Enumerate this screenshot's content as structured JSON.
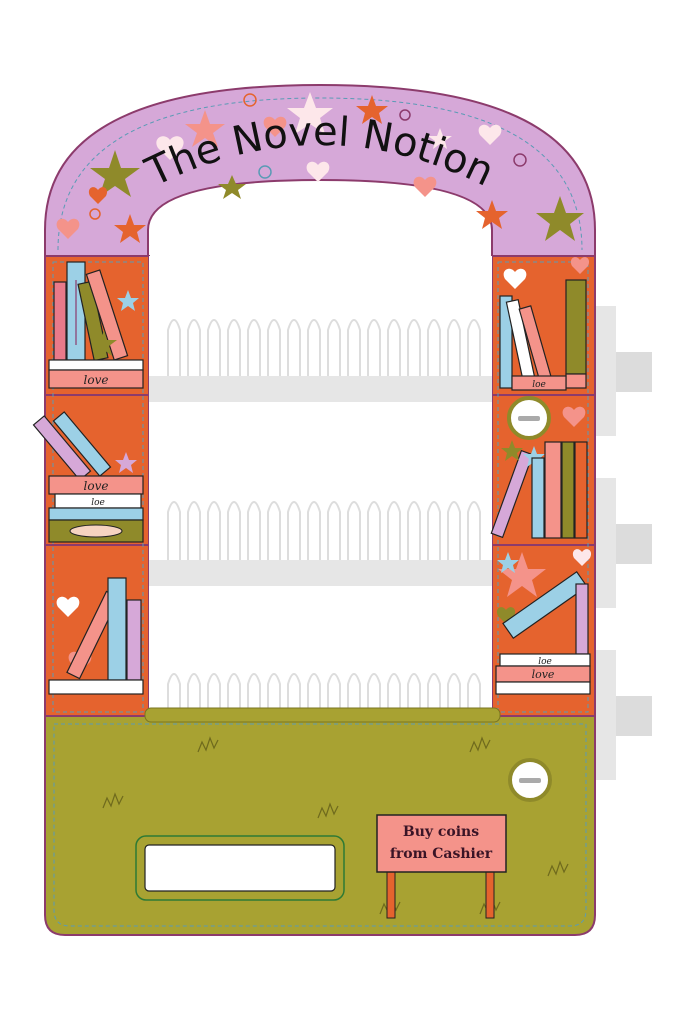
{
  "machine": {
    "title": "The Novel Notion",
    "sign_line1": "Buy coins",
    "sign_line2": "from Cashier",
    "book_word_love": "love",
    "book_word_loe": "loe"
  },
  "colors": {
    "arch": "#d6a8d8",
    "body": "#e5632e",
    "base": "#a8a232",
    "sign": "#f4938a",
    "window": "#ffffff",
    "coils": "#dcdcdc"
  }
}
